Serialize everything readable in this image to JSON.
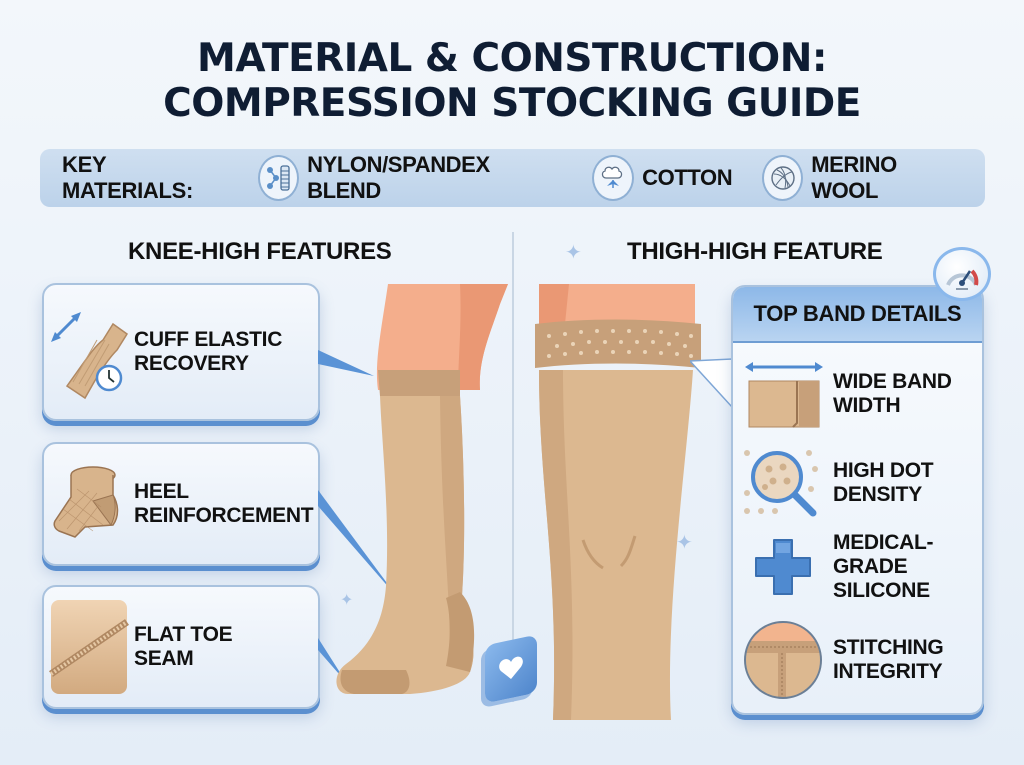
{
  "header": {
    "title_line1": "MATERIAL & CONSTRUCTION:",
    "title_line2": "COMPRESSION STOCKING GUIDE"
  },
  "materials": {
    "label": "KEY MATERIALS:",
    "items": [
      {
        "label": "NYLON/SPANDEX BLEND",
        "icon": "fiber-spool-icon"
      },
      {
        "label": "COTTON",
        "icon": "cotton-boll-icon"
      },
      {
        "label": "MERINO WOOL",
        "icon": "yarn-ball-icon"
      }
    ]
  },
  "knee_high": {
    "title": "KNEE-HIGH FEATURES",
    "features": [
      {
        "line1": "CUFF ELASTIC",
        "line2": "RECOVERY",
        "icon": "stretch-cuff-clock-icon"
      },
      {
        "line1": "HEEL",
        "line2": "REINFORCEMENT",
        "icon": "heel-sleeve-icon"
      },
      {
        "line1": "FLAT TOE",
        "line2": "SEAM",
        "icon": "toe-seam-icon"
      }
    ]
  },
  "thigh_high": {
    "title": "THIGH-HIGH FEATURE",
    "panel_title": "TOP BAND DETAILS",
    "details": [
      {
        "line1": "WIDE BAND",
        "line2": "WIDTH",
        "line3": "",
        "icon": "band-width-icon"
      },
      {
        "line1": "HIGH DOT",
        "line2": "DENSITY",
        "line3": "",
        "icon": "magnifier-dots-icon"
      },
      {
        "line1": "MEDICAL-",
        "line2": "GRADE",
        "line3": "SILICONE",
        "icon": "medical-cross-icon"
      },
      {
        "line1": "STITCHING",
        "line2": "INTEGRITY",
        "line3": "",
        "icon": "stitch-seam-icon"
      }
    ]
  },
  "colors": {
    "title": "#0f1d33",
    "accent_blue": "#4f8ad0",
    "stocking_beige": "#d7b48e",
    "skin": "#f2a986"
  }
}
